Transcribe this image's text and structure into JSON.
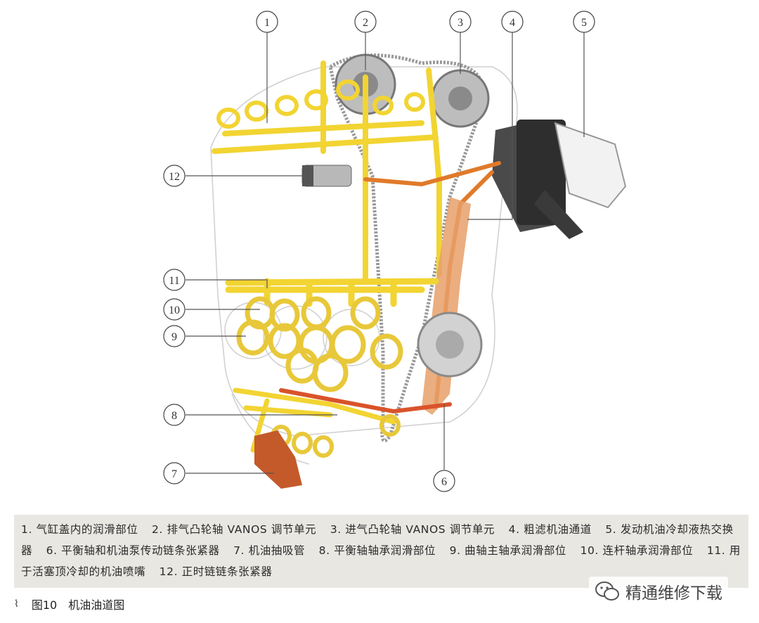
{
  "callouts": [
    "1",
    "2",
    "3",
    "4",
    "5",
    "6",
    "7",
    "8",
    "9",
    "10",
    "11",
    "12"
  ],
  "legend": [
    "1. 气缸盖内的润滑部位",
    "2. 排气凸轮轴 VANOS 调节单元",
    "3. 进气凸轮轴 VANOS 调节单元",
    "4. 粗滤机油通道",
    "5. 发动机油冷却液热交换器",
    "6. 平衡轴和机油泵传动链条张紧器",
    "7. 机油抽吸管",
    "8. 平衡轴轴承润滑部位",
    "9. 曲轴主轴承润滑部位",
    "10. 连杆轴承润滑部位",
    "11. 用于活塞顶冷却的机油喷嘴",
    "12. 正时链链条张紧器"
  ],
  "caption": {
    "mark": "⌇",
    "label": "图10　机油油道图"
  },
  "watermark": {
    "text": "精通维修下载"
  },
  "colors": {
    "oil_gallery": "#f2d432",
    "oil_suction": "#d9532a",
    "ghost_engine": "#c9c9c9",
    "legend_bg": "#e9e7e2"
  }
}
